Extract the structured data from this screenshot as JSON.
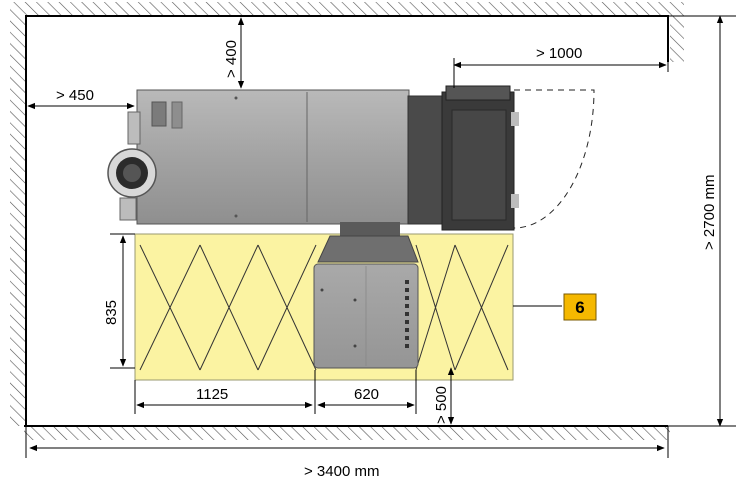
{
  "dimensions": {
    "top_clearance": "> 400",
    "right_clearance": "> 1000",
    "left_clearance": "> 450",
    "total_height": "> 2700 mm",
    "total_width": "> 3400 mm",
    "zone_depth": "835",
    "zone_left_width": "1125",
    "unit_width": "620",
    "front_clearance": "> 500"
  },
  "badge": {
    "label": "6",
    "color": "#f5b800"
  },
  "colors": {
    "zone_fill": "#fbf3a2",
    "wall_hatch": "#555555",
    "boiler_body": "#a5a5a5",
    "hopper_dark": "#4a4a4a"
  }
}
